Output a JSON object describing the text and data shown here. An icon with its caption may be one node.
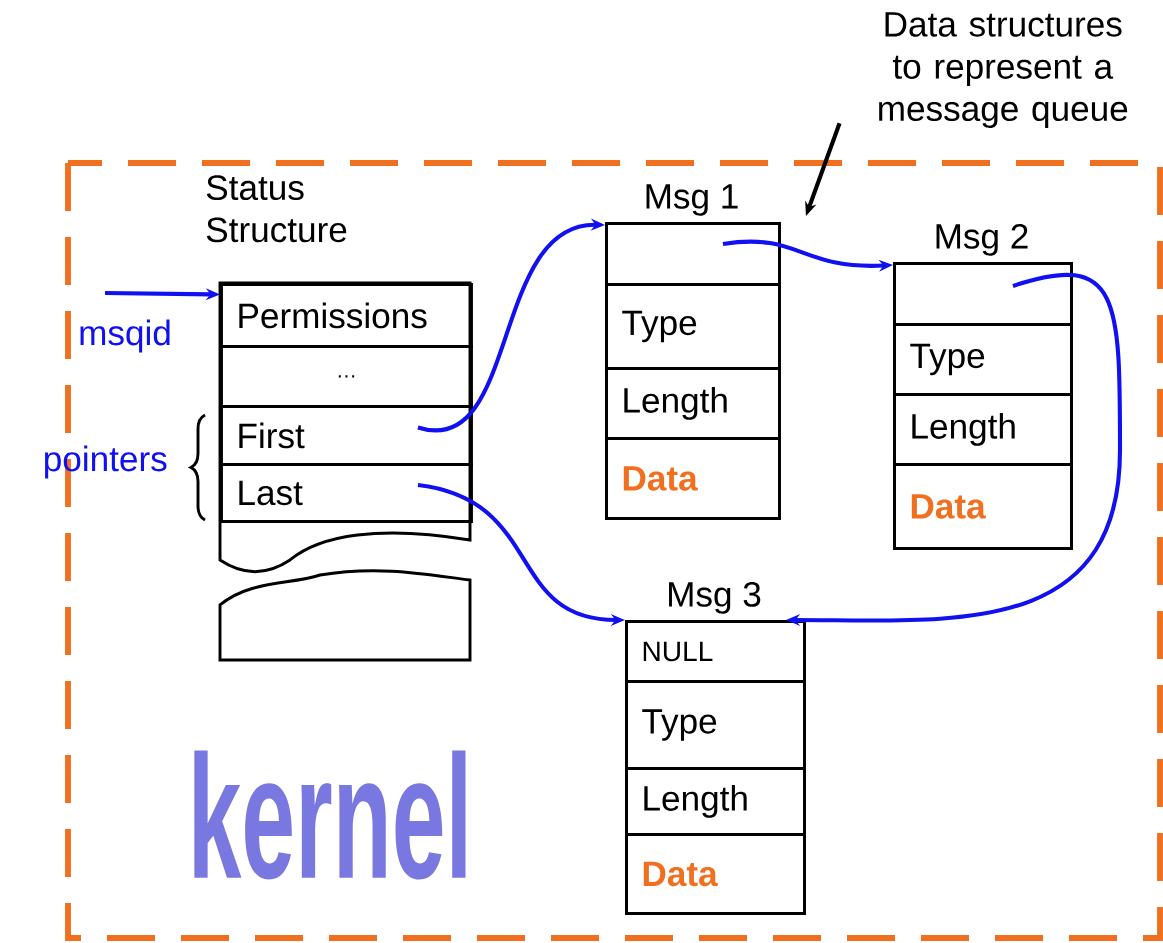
{
  "diagram": {
    "nodes": [
      {
        "text": [
          "Data structures to represent a message queue"
        ]
      },
      {
        "text": [
          "kernel"
        ]
      },
      {
        "text": [
          "Status Structure"
        ],
        "in": 1
      },
      {
        "text": [
          "Permissions"
        ],
        "in": 2
      },
      {
        "text": [
          "…"
        ],
        "in": 2
      },
      {
        "text": [
          "First"
        ],
        "in": 2
      },
      {
        "text": [
          "Last"
        ],
        "in": 2
      },
      {
        "text": [
          "Msg 1"
        ],
        "in": 1
      },
      {
        "text": [],
        "shape": "box",
        "in": 7
      },
      {
        "text": [
          "Type"
        ],
        "in": 7
      },
      {
        "text": [
          "Length"
        ],
        "in": 7
      },
      {
        "text": [
          "Data"
        ],
        "in": 7
      },
      {
        "text": [
          "Msg 2"
        ],
        "in": 1
      },
      {
        "text": [],
        "shape": "box",
        "in": 12
      },
      {
        "text": [
          "Type"
        ],
        "in": 12
      },
      {
        "text": [
          "Length"
        ],
        "in": 12
      },
      {
        "text": [
          "Data"
        ],
        "in": 12
      },
      {
        "text": [
          "Msg 3"
        ],
        "in": 1
      },
      {
        "text": [
          "NULL"
        ],
        "in": 17
      },
      {
        "text": [
          "Type"
        ],
        "in": 17
      },
      {
        "text": [
          "Length"
        ],
        "in": 17
      },
      {
        "text": [
          "Data"
        ],
        "in": 17
      }
    ],
    "edges": [
      {
        "from": null,
        "to": 3,
        "arrow": "to",
        "label": "msqid"
      },
      {
        "from": 0,
        "to": 7,
        "arrow": "to",
        "color": "#000000"
      },
      {
        "from": 5,
        "to": 7,
        "arrow": "to"
      },
      {
        "from": 6,
        "to": 17,
        "arrow": "to"
      },
      {
        "from": 8,
        "to": 12,
        "arrow": "to"
      },
      {
        "from": 13,
        "to": 17,
        "arrow": "to"
      }
    ],
    "labels": [
      "pointers"
    ]
  }
}
